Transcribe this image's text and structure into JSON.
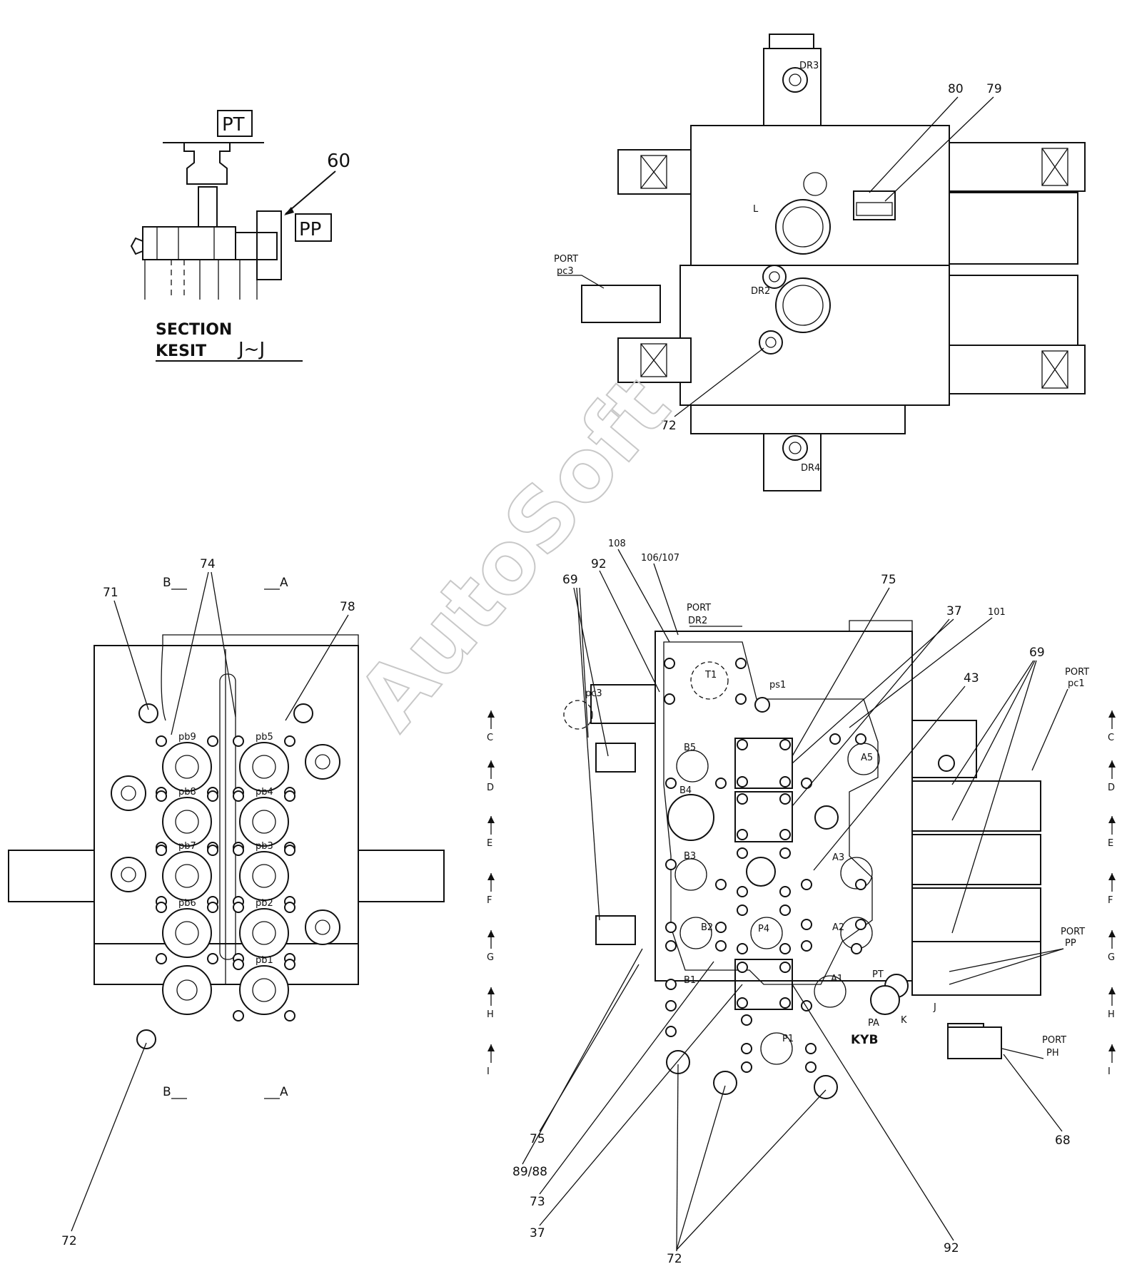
{
  "section": {
    "pt_box": "PT",
    "pp_box": "PP",
    "callout": "60",
    "title_line1": "SECTION",
    "title_line2": "KESIT",
    "title_mark": "J~J"
  },
  "top_view": {
    "dr3": "DR3",
    "dr2": "DR2",
    "dr4": "DR4",
    "port_word": "PORT",
    "port_pc3": "pc3",
    "callout_80": "80",
    "callout_79": "79",
    "callout_72": "72",
    "label_L": "L"
  },
  "left_view": {
    "callout_74": "74",
    "callout_71": "71",
    "callout_78": "78",
    "callout_72": "72",
    "arrow_A": "A",
    "arrow_B": "B",
    "ports": [
      "pb9",
      "pb5",
      "pb8",
      "pb4",
      "pb7",
      "pb3",
      "pb6",
      "pb2",
      "pb1"
    ],
    "section_marks": [
      "C",
      "D",
      "E",
      "F",
      "G",
      "H",
      "I"
    ]
  },
  "right_view": {
    "callout_108": "108",
    "callout_92_top": "92",
    "callout_106_107": "106/107",
    "port_word": "PORT",
    "port_dr2": "DR2",
    "callout_75_top": "75",
    "callout_37_top": "37",
    "callout_101": "101",
    "callout_43": "43",
    "callout_69_left": "69",
    "callout_69_right": "69",
    "port_pc1": "pc1",
    "port_pp": "PP",
    "port_ph": "PH",
    "callout_68": "68",
    "ports": {
      "t1": "T1",
      "ps1": "ps1",
      "pc3": "pc3",
      "b5": "B5",
      "a5": "A5",
      "b4": "B4",
      "b3": "B3",
      "a3": "A3",
      "b2": "B2",
      "p4": "P4",
      "a2": "A2",
      "b1": "B1",
      "a1": "A1",
      "pt": "PT",
      "pa": "PA",
      "p1": "P1",
      "j": "J",
      "k": "K"
    },
    "logo": "KYB",
    "bottom_callouts": [
      "75",
      "89/88",
      "73",
      "37",
      "72",
      "92"
    ],
    "section_marks": [
      "C",
      "D",
      "E",
      "F",
      "G",
      "H",
      "I"
    ]
  },
  "watermark": "AutoSoft"
}
